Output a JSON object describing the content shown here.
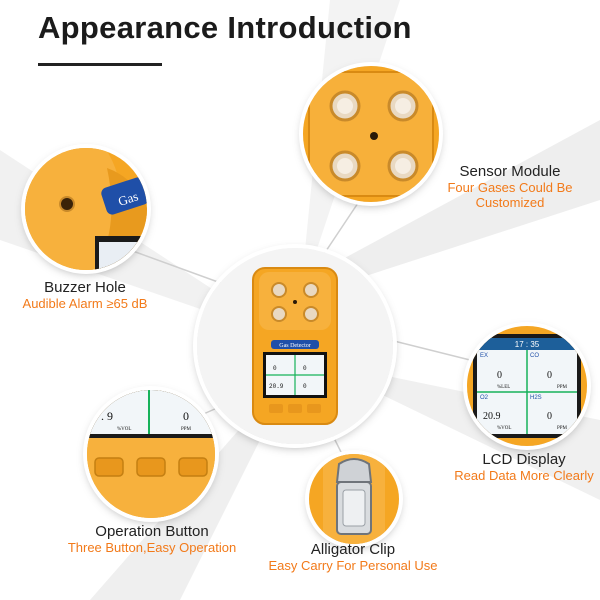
{
  "title": "Appearance Introduction",
  "colors": {
    "accent": "#f27a1a",
    "device": "#f5a623",
    "title": "#1b1b1b"
  },
  "device": {
    "screen_brand": "Gas Detector",
    "time": "17 : 35"
  },
  "features": {
    "sensor": {
      "name": "Sensor Module",
      "desc_line1": "Four Gases Could Be",
      "desc_line2": "Customized"
    },
    "buzzer": {
      "name": "Buzzer Hole",
      "desc": "Audible Alarm ≥65 dB",
      "badge": "Gas"
    },
    "lcd": {
      "name": "LCD Display",
      "desc": "Read Data More Clearly"
    },
    "button": {
      "name": "Operation Button",
      "desc": "Three Button,Easy Operation"
    },
    "clip": {
      "name": "Alligator Clip",
      "desc": "Easy Carry For Personal Use"
    }
  },
  "lcd_readings": {
    "ex": {
      "tag": "EX",
      "value": "0",
      "unit": "%LEL"
    },
    "co": {
      "tag": "CO",
      "value": "0",
      "unit": "PPM"
    },
    "o2": {
      "tag": "O2",
      "value": "20.9",
      "unit": "%VOL"
    },
    "h2s": {
      "tag": "H2S",
      "value": "0",
      "unit": "PPM"
    }
  },
  "button_readings": {
    "left_value": ". 9",
    "left_unit": "%VOL",
    "right_value": "0",
    "right_unit": "PPM"
  }
}
